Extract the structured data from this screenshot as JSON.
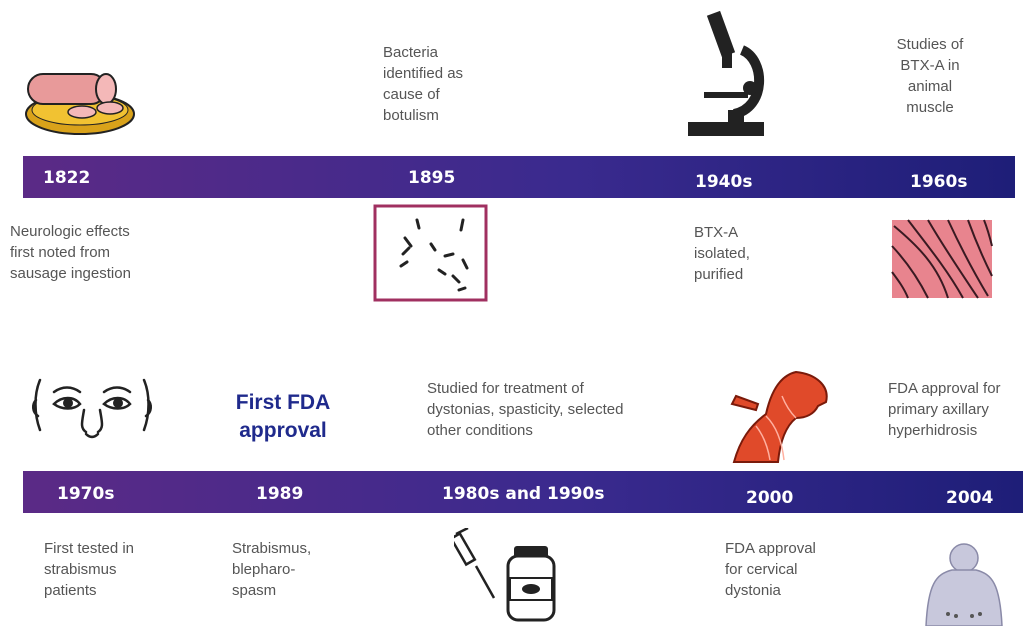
{
  "timeline_top": {
    "years": [
      "1822",
      "1895",
      "1940s",
      "1960s"
    ],
    "captions": {
      "1822_below": "Neurologic effects\nfirst noted from\nsausage ingestion",
      "1895_above": "Bacteria\nidentified as\ncause of\nbotulism",
      "1940s_below": "BTX-A\nisolated,\npurified",
      "1960s_above": "Studies of\nBTX-A in\nanimal\nmuscle"
    }
  },
  "timeline_bottom": {
    "years": [
      "1970s",
      "1989",
      "1980s and 1990s",
      "2000",
      "2004"
    ],
    "captions": {
      "1970s_below": "First tested in\nstrabismus\npatients",
      "1989_above": "First FDA\napproval",
      "1989_below": "Strabismus,\nblepharo-\nspasm",
      "1980s_above": "Studied for treatment of\ndystonias, spasticity, selected\nother conditions",
      "2000_below": "FDA approval\nfor cervical\ndystonia",
      "2004_above": "FDA approval for\nprimary axillary\nhyperhidrosis"
    }
  },
  "icons": [
    "sausage-icon",
    "microscope-icon",
    "bacteria-slide-icon",
    "muscle-fibers-icon",
    "face-icon",
    "neck-muscle-icon",
    "syringe-vial-icon",
    "torso-icon"
  ]
}
